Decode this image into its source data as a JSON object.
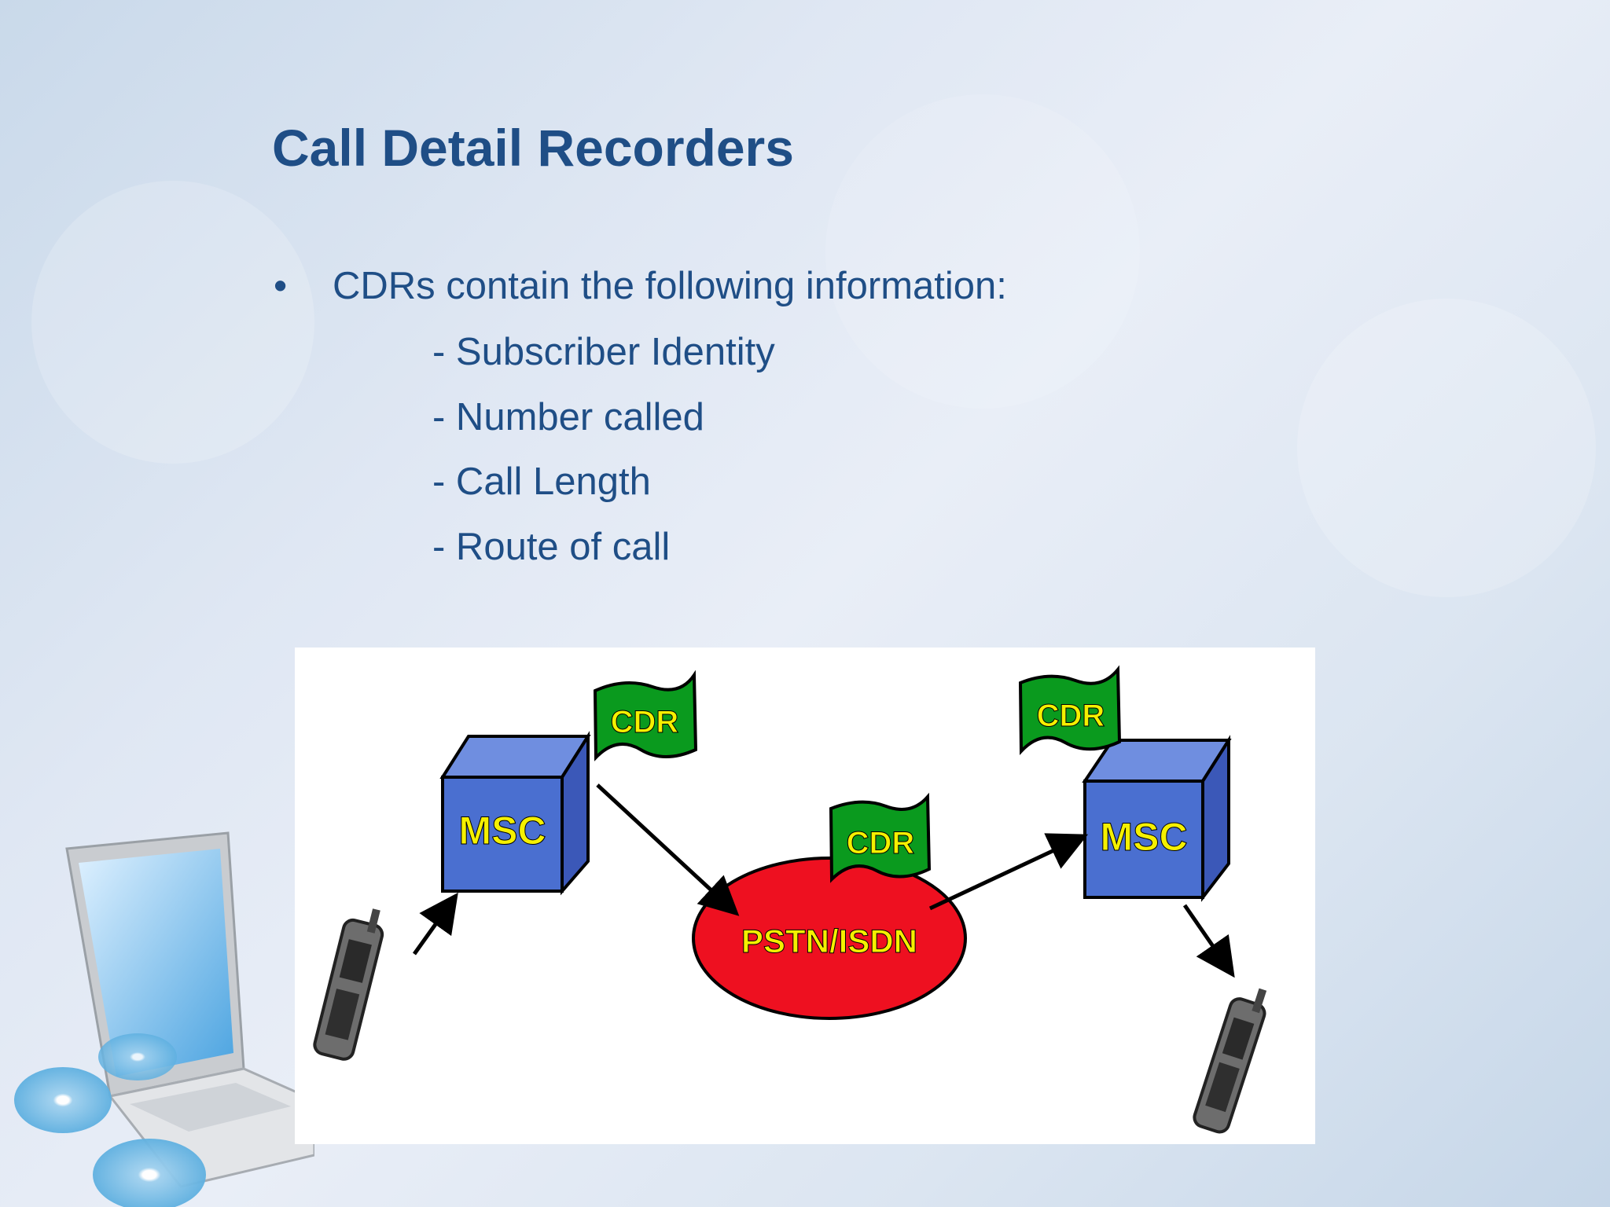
{
  "slide": {
    "title": "Call Detail Recorders",
    "bullet": "CDRs contain the following information:",
    "bullet_symbol": "•",
    "sub_items": [
      "- Subscriber Identity",
      "- Number called",
      "- Call Length",
      "- Route of call"
    ]
  },
  "diagram": {
    "msc_left": "MSC",
    "msc_right": "MSC",
    "cdr_flags": [
      "CDR",
      "CDR",
      "CDR"
    ],
    "network": "PSTN/ISDN"
  },
  "colors": {
    "title": "#1f4e86",
    "msc_box": "#4a6fd0",
    "cdr_flag": "#0a9a1e",
    "network": "#ee1020",
    "label_yellow": "#f5f000"
  }
}
